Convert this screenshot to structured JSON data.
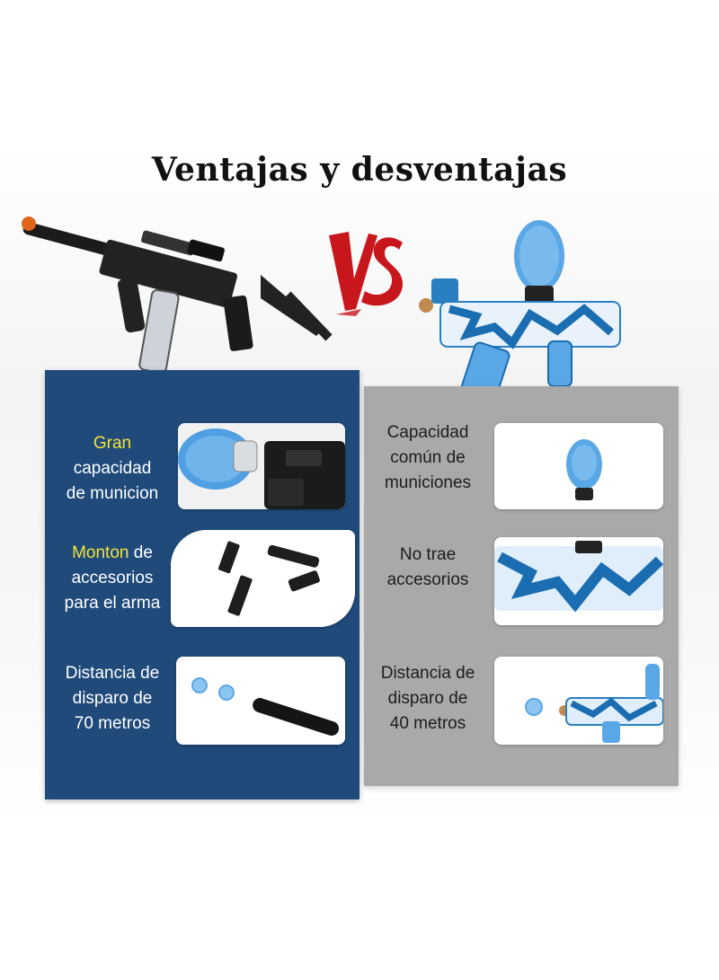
{
  "title": "Ventajas y desventajas",
  "vs_label": "VS",
  "left": {
    "features": [
      {
        "highlight": "Gran",
        "rest_line1": "",
        "line2": "capacidad",
        "line3": "de municion"
      },
      {
        "highlight": "Monton",
        "rest_line1": " de",
        "line2": "accesorios",
        "line3": "para el arma"
      },
      {
        "highlight": "",
        "rest_line1": "Distancia de",
        "line2": "disparo de",
        "line3": "70 metros"
      }
    ]
  },
  "right": {
    "features": [
      {
        "line1": "Capacidad",
        "line2": "común de",
        "line3": "municiones"
      },
      {
        "line1": "No trae",
        "line2": "accesorios",
        "line3": ""
      },
      {
        "line1": "Distancia de",
        "line2": "disparo de",
        "line3": "40 metros"
      }
    ]
  },
  "colors": {
    "left_panel": "#1f4a7a",
    "right_panel": "#a9a9a9",
    "highlight": "#f2e23a",
    "vs_red": "#c8161d",
    "gel_blue": "#5aa7e6"
  },
  "icons": [
    "black-smg-toy-gun",
    "blue-camo-gel-blaster",
    "gel-ball-hopper",
    "accessory-parts",
    "gel-balls",
    "barrel"
  ]
}
